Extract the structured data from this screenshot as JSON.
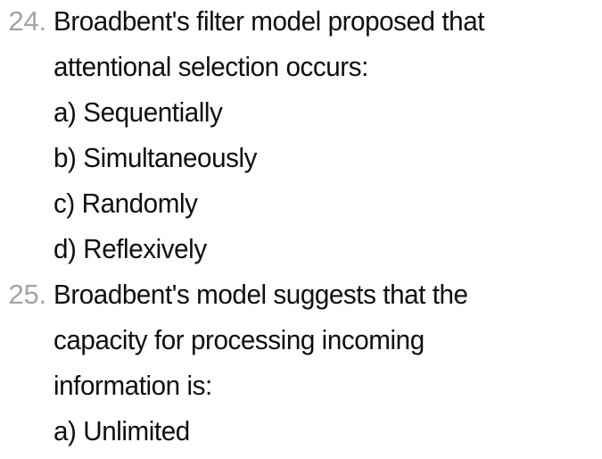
{
  "document": {
    "background_color": "#ffffff",
    "text_color": "#0f0f0f",
    "number_color": "#a3a3a3"
  },
  "questions": [
    {
      "number": "24.",
      "prompt_lines": [
        "Broadbent's filter model proposed that",
        "attentional selection occurs:"
      ],
      "options": [
        {
          "letter": "a)",
          "label": "Sequentially"
        },
        {
          "letter": "b)",
          "label": "Simultaneously"
        },
        {
          "letter": "c)",
          "label": "Randomly"
        },
        {
          "letter": "d)",
          "label": "Reflexively"
        }
      ]
    },
    {
      "number": "25.",
      "prompt_lines": [
        "Broadbent's model suggests that the",
        "capacity for processing incoming",
        "information is:"
      ],
      "options": [
        {
          "letter": "a)",
          "label": "Unlimited"
        }
      ]
    }
  ]
}
